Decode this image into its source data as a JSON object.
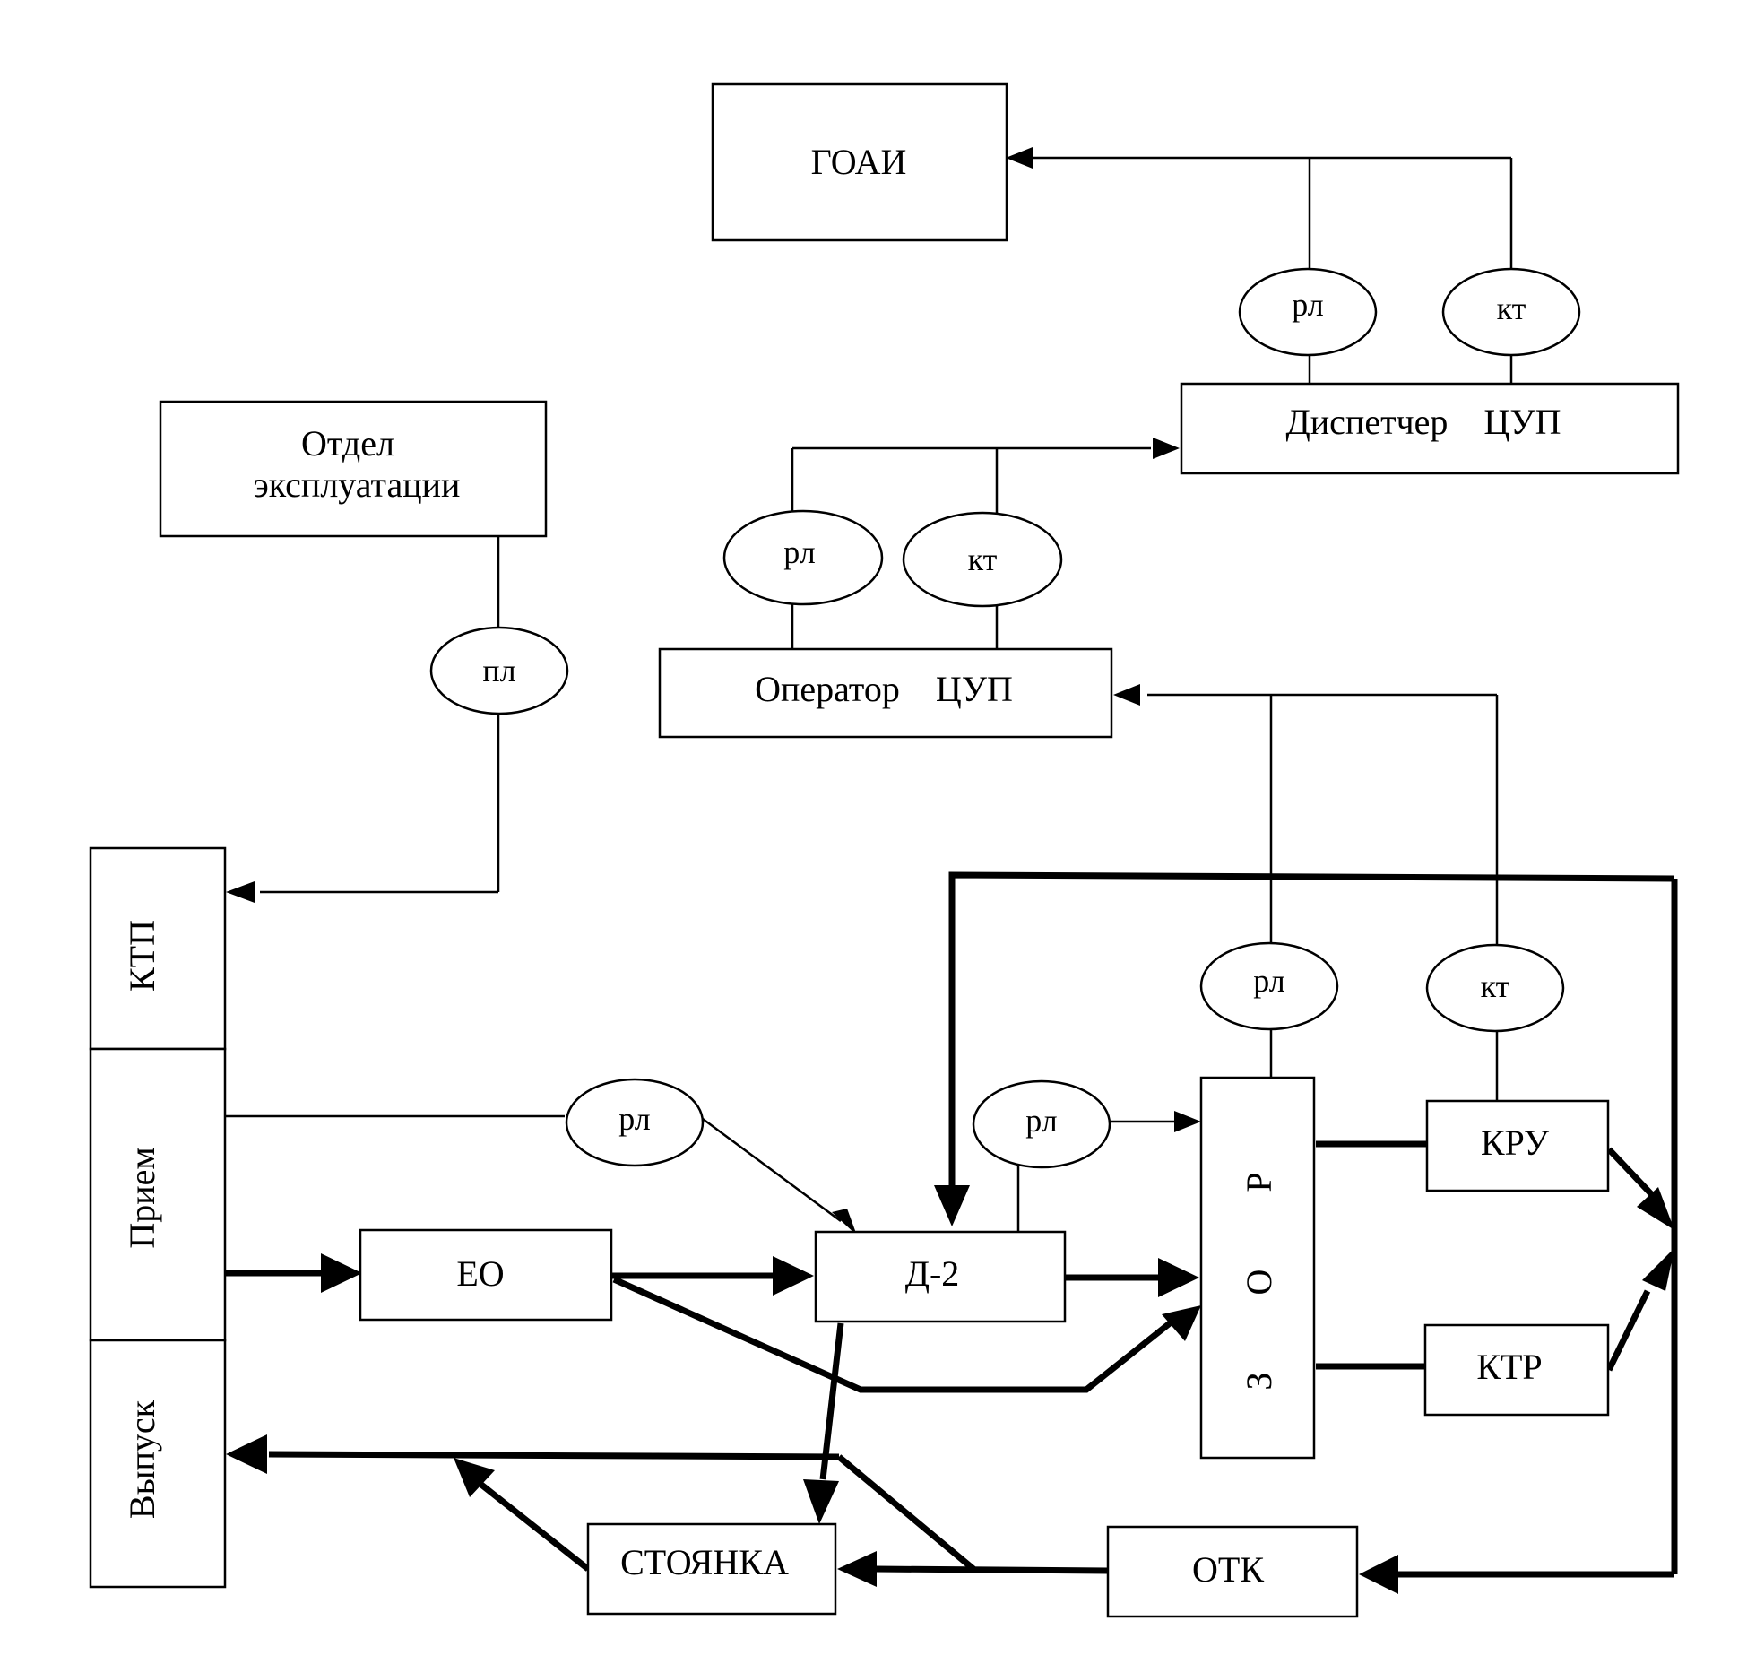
{
  "diagram": {
    "boxes": {
      "goai": "ГОАИ",
      "otdel_line1": "Отдел",
      "otdel_line2": "эксплуатации",
      "dispatcher": "Диспетчер    ЦУП",
      "operator": "Оператор    ЦУП",
      "ktp": "КТП",
      "priem": "Прием",
      "vypusk": "Выпуск",
      "eo": "ЕО",
      "d2": "Д-2",
      "zor": "З О Р",
      "kru": "КРУ",
      "ktr": "КТР",
      "stoyanka": "СТОЯНКА",
      "otk": "ОТК"
    },
    "ovals": {
      "goai_rl": "рл",
      "goai_kt": "кт",
      "op_rl": "рл",
      "op_kt": "кт",
      "otdel_pl": "пл",
      "zor_rl": "рл",
      "zor_kt": "кт",
      "priem_rl": "рл",
      "d2_rl": "рл"
    }
  }
}
